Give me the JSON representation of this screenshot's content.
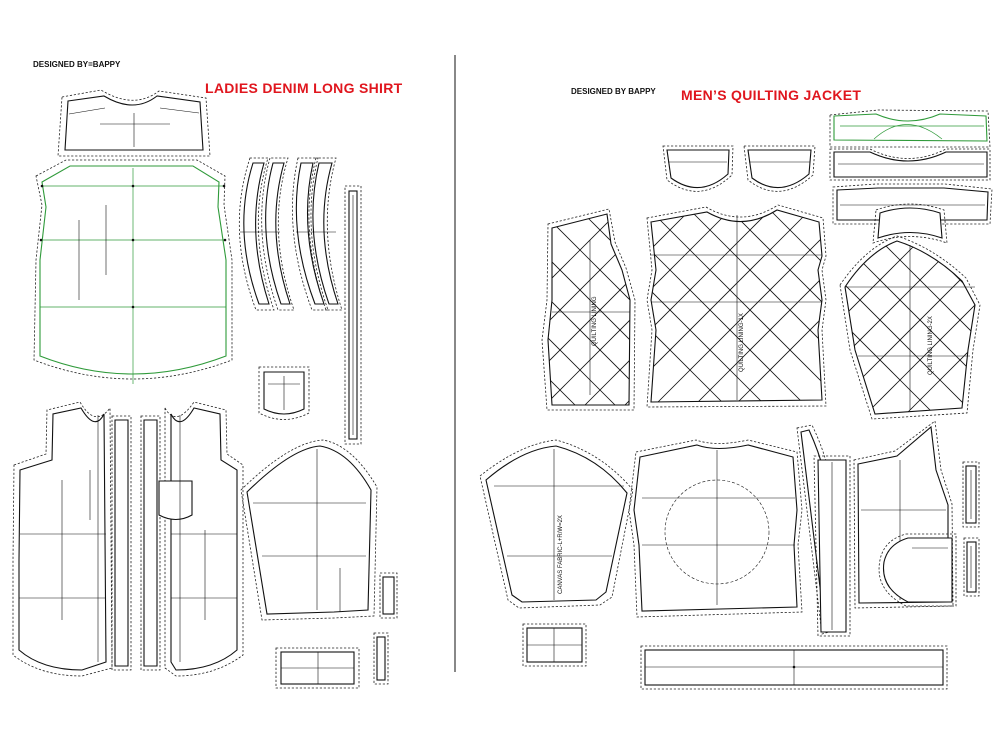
{
  "left_sheet": {
    "designer": "DESIGNED BY=BAPPY",
    "title": "LADIES DENIM LONG SHIRT"
  },
  "right_sheet": {
    "designer": "DESIGNED BY BAPPY",
    "title": "MEN’S QUILTING JACKET",
    "piece_labels": {
      "front_panel": "QUILTING LINING",
      "back_panel": "QUILTING LINING-1X",
      "sleeve": "QUILTING LINING-2X",
      "outer_sleeve": "CANVAS FABRIC-L+R/W=2X"
    }
  },
  "colors": {
    "title": "#e0161e",
    "pattern_line": "#111111",
    "grain_line": "#2f9a3a"
  }
}
